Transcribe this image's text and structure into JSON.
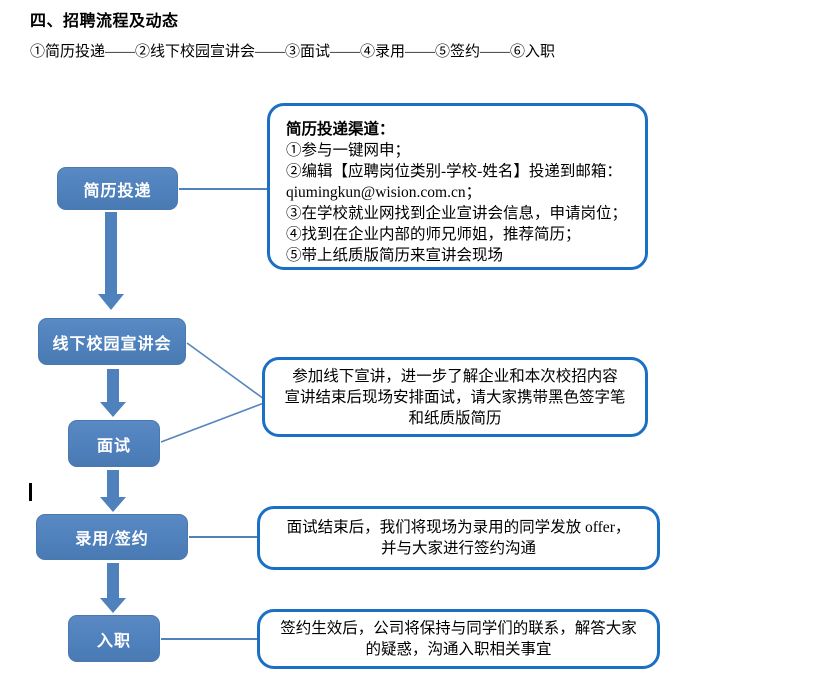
{
  "document": {
    "title": "四、招聘流程及动态",
    "subtitle": "①简历投递——②线下校园宣讲会——③面试——④录用——⑤签约——⑥入职"
  },
  "flow_steps": [
    {
      "id": "resume",
      "label": "简历投递"
    },
    {
      "id": "presentation",
      "label": "线下校园宣讲会"
    },
    {
      "id": "interview",
      "label": "面试"
    },
    {
      "id": "offer",
      "label": "录用/签约"
    },
    {
      "id": "onboarding",
      "label": "入职"
    }
  ],
  "callouts": {
    "resume_channels": {
      "heading": "简历投递渠道：",
      "lines": [
        "①参与一键网申；",
        "②编辑【应聘岗位类别-学校-姓名】投递到邮箱：",
        "qiumingkun@wision.com.cn；",
        "③在学校就业网找到企业宣讲会信息，申请岗位；",
        "④找到在企业内部的师兄师姐，推荐简历；",
        "⑤带上纸质版简历来宣讲会现场"
      ]
    },
    "presentation_info": {
      "lines": [
        "参加线下宣讲，进一步了解企业和本次校招内容",
        "宣讲结束后现场安排面试，请大家携带黑色签字笔",
        "和纸质版简历"
      ]
    },
    "offer_info": {
      "lines": [
        "面试结束后，我们将现场为录用的同学发放 offer，",
        "并与大家进行签约沟通"
      ]
    },
    "onboarding_info": {
      "lines": [
        "签约生效后，公司将保持与同学们的联系，解答大家",
        "的疑惑，沟通入职相关事宜"
      ]
    }
  },
  "colors": {
    "flow_box_fill": "#4F81BD",
    "flow_box_text": "#FFFFFF",
    "callout_border": "#1B6FC5",
    "arrow": "#4F81BD",
    "connector_line": "#5585BE",
    "text": "#000000"
  }
}
